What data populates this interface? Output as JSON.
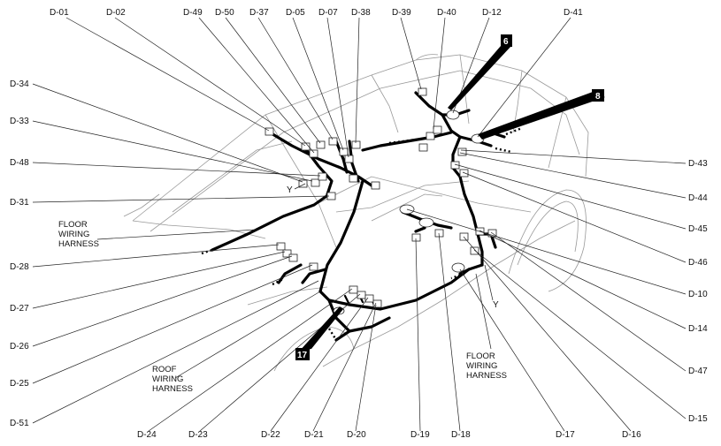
{
  "top_labels": [
    "D-01",
    "D-02",
    "D-49",
    "D-50",
    "D-37",
    "D-05",
    "D-07",
    "D-38",
    "D-39",
    "D-40",
    "D-12",
    "D-41"
  ],
  "left_labels": [
    "D-34",
    "D-33",
    "D-48",
    "D-31",
    "D-28",
    "D-27",
    "D-26",
    "D-25",
    "D-51"
  ],
  "right_labels": [
    "D-43",
    "D-44",
    "D-45",
    "D-46",
    "D-10",
    "D-14",
    "D-47",
    "D-15"
  ],
  "bottom_labels": [
    "D-24",
    "D-23",
    "D-22",
    "D-21",
    "D-20",
    "D-19",
    "D-18",
    "D-17",
    "D-16"
  ],
  "callouts": {
    "y_left": "Y",
    "y_right": "Y"
  },
  "harness_notes": {
    "floor_left": [
      "FLOOR",
      "WIRING",
      "HARNESS"
    ],
    "roof": [
      "ROOF",
      "WIRING",
      "HARNESS"
    ],
    "floor_right": [
      "FLOOR",
      "WIRING",
      "HARNESS"
    ]
  },
  "badges": [
    "6",
    "8",
    "17"
  ]
}
